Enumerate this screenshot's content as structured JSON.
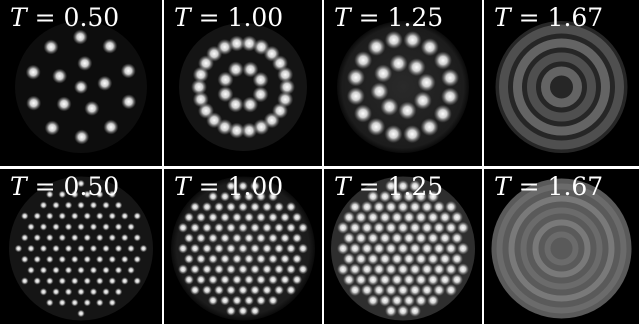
{
  "panels": [
    {
      "row": 1,
      "col": 1,
      "symbol": "T",
      "relation": "=",
      "value": "0.50"
    },
    {
      "row": 1,
      "col": 2,
      "symbol": "T",
      "relation": "=",
      "value": "1.00"
    },
    {
      "row": 1,
      "col": 3,
      "symbol": "T",
      "relation": "=",
      "value": "1.25"
    },
    {
      "row": 1,
      "col": 4,
      "symbol": "T",
      "relation": "=",
      "value": "1.67"
    },
    {
      "row": 2,
      "col": 1,
      "symbol": "T",
      "relation": "=",
      "value": "0.50"
    },
    {
      "row": 2,
      "col": 2,
      "symbol": "T",
      "relation": "=",
      "value": "1.00"
    },
    {
      "row": 2,
      "col": 3,
      "symbol": "T",
      "relation": "=",
      "value": "1.25"
    },
    {
      "row": 2,
      "col": 4,
      "symbol": "T",
      "relation": "=",
      "value": "1.67"
    }
  ],
  "colors": {
    "background": "#000000",
    "separator": "#ffffff",
    "label": "#ffffff"
  }
}
